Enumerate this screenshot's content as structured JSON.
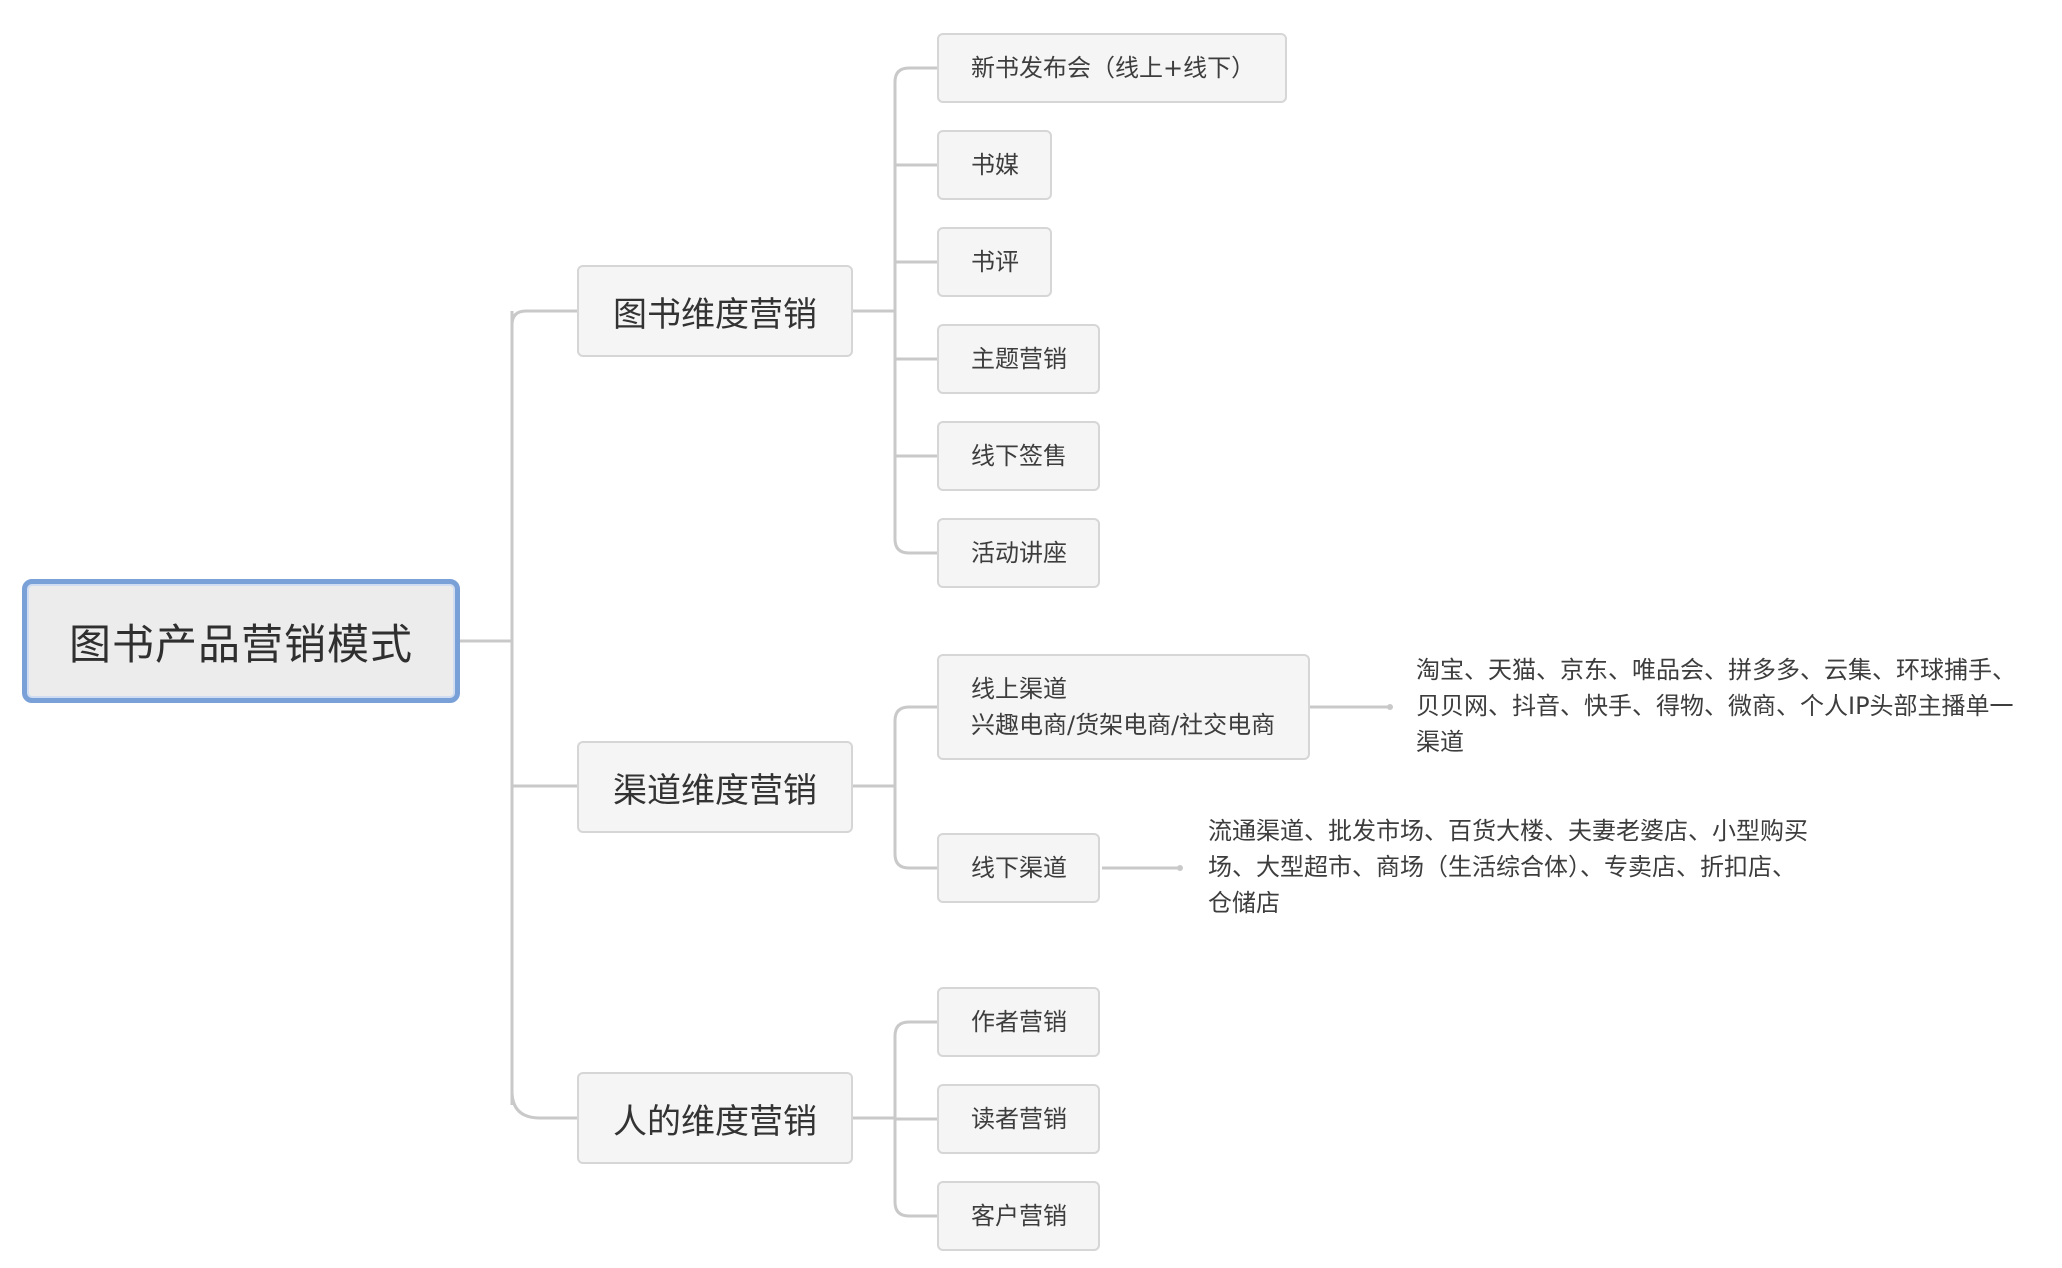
{
  "mindmap": {
    "root": "图书产品营销模式",
    "branches": [
      {
        "label": "图书维度营销",
        "children": [
          "新书发布会（线上+线下）",
          "书媒",
          "书评",
          "主题营销",
          "线下签售",
          "活动讲座"
        ]
      },
      {
        "label": "渠道维度营销",
        "children": [
          {
            "line1": "线上渠道",
            "line2": "兴趣电商/货架电商/社交电商",
            "detail": "淘宝、天猫、京东、唯品会、拼多多、云集、环球捕手、贝贝网、抖音、快手、得物、微商、个人IP头部主播单一渠道"
          },
          {
            "line1": "线下渠道",
            "detail": "流通渠道、批发市场、百货大楼、夫妻老婆店、小型购买场、大型超市、商场（生活综合体）、专卖店、折扣店、仓储店"
          }
        ]
      },
      {
        "label": "人的维度营销",
        "children": [
          "作者营销",
          "读者营销",
          "客户营销"
        ]
      }
    ]
  }
}
